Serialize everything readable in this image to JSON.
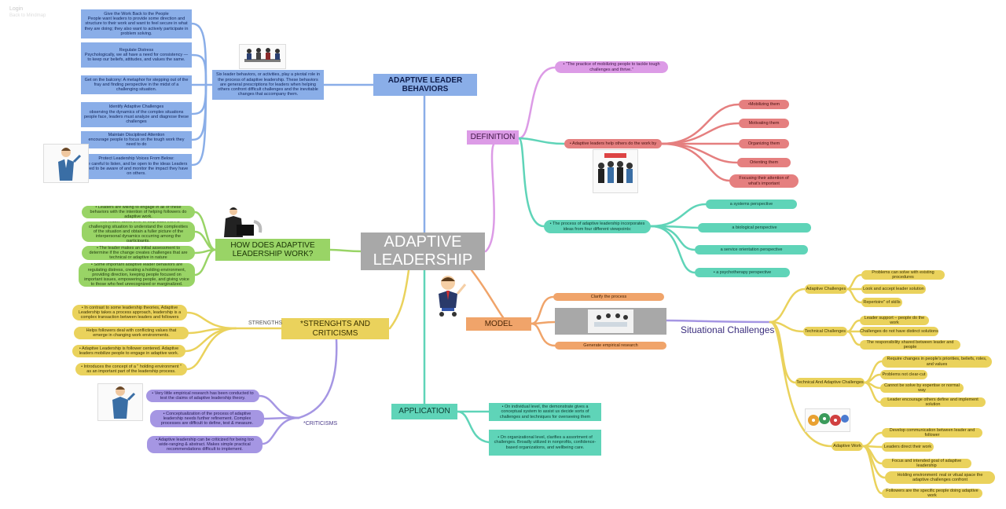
{
  "header": {
    "title": "Login",
    "subtitle": "Back to Mindmap"
  },
  "center": {
    "label": "ADAPTIVE LEADERSHIP"
  },
  "behaviors": {
    "label": "ADAPTIVE LEADER BEHAVIORS",
    "summary": "Six leader behaviors, or activities, play a pivotal role in the process of adaptive leadership. These behaviors are general prescriptions for leaders when helping others confront difficult challenges and the inevitable changes that accompany them.",
    "items": [
      "Give the Work Back to the People\nPeople want leaders to provide some direction and structure to their work and want to feel secure in what they are doing; they also want to actively participate in problem solving.",
      "Regulate Distress\nPsychologically, we all have a need for consistency —to keep our beliefs, attitudes, and values the same.",
      "Get on the balcony: A metaphor for stepping out of the fray and finding perspective in the midst of a challenging situation.",
      "Identify Adaptive Challenges\nobserving the dynamics of the complex situations people face, leaders must analyze and diagnose these challenges",
      "Maintain Disciplined Attention\nencourage people to focus on the tough work they need to do",
      "Protect Leadership Voices From Below:\nbe careful to listen, and be open to the ideas Leaders need to be aware of and monitor the impact they have on others."
    ]
  },
  "how": {
    "label": "HOW DOES ADAPTIVE LEADERSHIP WORK?",
    "items": [
      "• Leaders are willing to engage in all of these behaviors with the intention of helping followers do adaptive work.",
      "• The leader takes time to step back from a challenging situation to understand the complexities of the situation and obtain a fuller picture of the interpersonal dynamics occurring among the participants.",
      "• The leader makes an initial assessment to determine if the change creates challenges that are technical or adaptive in nature",
      "• Some important adaptive leader behaviors are regulating distress, creating a holding environment, providing direction, keeping people focused on important issues, empowering people, and giving voice to those who feel unrecognized or marginalized."
    ]
  },
  "sc": {
    "label": "*STRENGHTS AND CRITICISMS",
    "strengths_label": "STRENGTHS",
    "strengths": [
      "• In contrast to some leadership theories, Adaptive Leadership takes a process approach, leadership is a complex transaction between leaders and followers",
      "Helps followers deal with conflicting values that emerge in changing work environments.",
      "• Adaptive Leadership is follower centered. Adaptive leaders mobilize people to engage in adaptive work.",
      "• Introduces the concept of a \" holding environment \" as an important part of the leadership process."
    ],
    "criticisms_label": "*CRITICISMS",
    "criticisms": [
      "• Very little empirical research has been conducted to test the claims of adaptive leadership theory.",
      "• Conceptualization of the process of adaptive leadership needs further refinement. Complex processes are difficult to define, test & measure.",
      "• Adaptive leadership can be criticized for being too wide-ranging & abstract. Makes simple practical recommendations difficult to implement."
    ]
  },
  "application": {
    "label": "APPLICATION",
    "items": [
      "• On individual level, the demonstrate gives a conceptual system to assist us decide sorts of challenges and techniques for overseeing them",
      "• On organizational level, clarifies a assortment of challenges. Broadly utilized in nonprofits, confidence- based organizations, and wellbeing care."
    ]
  },
  "definition": {
    "label": "DEFINITION",
    "quote": "• \"The practice of mobilizing people to tackle tough challenges and thrive.\"",
    "help": "• Adaptive leaders help others do the work by",
    "help_items": [
      "•Mobilizing them",
      "Motivating them",
      "Organizing them",
      "Orienting them",
      "Focusing their attention of what's important"
    ],
    "process": "• The process of adaptive leadership incorporates ideas from four different viewpoints:",
    "viewpoints": [
      "a systems perspective",
      "a biological perspective",
      "a service orientation perspective",
      "•  a psychotherapy perspective"
    ]
  },
  "model": {
    "label": "MODEL",
    "items": [
      "Clarify the process",
      "Generate empirical research"
    ]
  },
  "situational": {
    "label": "Situational Challenges",
    "groups": [
      {
        "label": "Adaptive Challenges",
        "items": [
          "Problems can solve with existing procedures",
          "Look and accept leader solution",
          "Repertoire\" of skills"
        ]
      },
      {
        "label": "Technical Challenges",
        "items": [
          "Leader support – people do the work",
          "Challenges do not have distinct solutions",
          "The responsibility shared between leader and people"
        ]
      },
      {
        "label": "Technical And Adaptive Challenges",
        "items": [
          "Require changes in people's priorities, beliefs, roles, and values",
          "Problems not clear-cut",
          "Cannot be solve by expertise or normal way",
          "Leader encourage others define and implement solution"
        ]
      },
      {
        "label": "Adaptive Work",
        "items": [
          "Develop communication between leader and follower",
          "Leaders direct their work",
          "Focus and intended goal of adaptive leadership",
          "Holding environment: real or vitual space the adaptive challenges confront",
          "Followers are the specific people doing adaptive work"
        ]
      }
    ]
  },
  "colors": {
    "blue": "#8aaee8",
    "green": "#99d466",
    "yellow": "#ead25c",
    "purple": "#a596e3",
    "teal": "#5fd4b8",
    "pink": "#dc9be6",
    "red": "#e57f7f",
    "orange": "#f0a46a",
    "gray": "#a8a8a8"
  },
  "icons": [
    "person-cartoon-icon",
    "team-meeting-icon",
    "business-people-icon",
    "leader-team-icon",
    "gears-people-icon",
    "meeting-room-icon"
  ]
}
